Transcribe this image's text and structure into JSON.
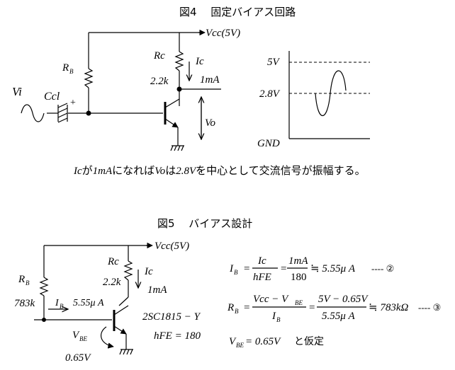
{
  "fig4": {
    "title": "図4　 固定バイアス回路",
    "vcc": "Vcc(5V)",
    "rb": "R",
    "rb_sub": "B",
    "rc": "Rc",
    "rc_value": "2.2k",
    "ic": "Ic",
    "ic_value": "1mA",
    "vi": "Vi",
    "ccl": "Ccl",
    "plus": "+",
    "vo": "Vo",
    "graph": {
      "level_high": "5V",
      "level_mid": "2.8V",
      "level_low": "GND"
    },
    "caption_parts": [
      "Ic",
      "が",
      "1mA",
      "になれば",
      "Vo",
      "は",
      "2.8V",
      "を中心として交流信号が振幅する。"
    ]
  },
  "fig5": {
    "title": "図5　 バイアス設計",
    "vcc": "Vcc(5V)",
    "rc": "Rc",
    "rc_value": "2.2k",
    "ic": "Ic",
    "ic_value": "1mA",
    "rb": "R",
    "rb_sub": "B",
    "rb_value": "783k",
    "ib": "I",
    "ib_sub": "B",
    "ib_value": "5.55μ A",
    "transistor": "2SC1815 − Y",
    "hfe": "hFE = 180",
    "vbe": "V",
    "vbe_sub": "BE",
    "vbe_value": "0.65V",
    "eq1": {
      "lhs": "I",
      "lhs_sub": "B",
      "f1_num": "Ic",
      "f1_den": "hFE",
      "f2_num": "1mA",
      "f2_den": "180",
      "result": "≒ 5.55μ A",
      "ref": "---- ②"
    },
    "eq2": {
      "lhs": "R",
      "lhs_sub": "B",
      "f1_num": "Vcc − V",
      "f1_num_sub": "BE",
      "f1_den": "I",
      "f1_den_sub": "B",
      "f2_num": "5V − 0.65V",
      "f2_den": "5.55μ A",
      "result": "≒ 783kΩ",
      "ref": "---- ③"
    },
    "eq3": {
      "lhs": "V",
      "lhs_sub": "BE",
      "rhs": " = 0.65V",
      "tail": "と仮定"
    }
  }
}
